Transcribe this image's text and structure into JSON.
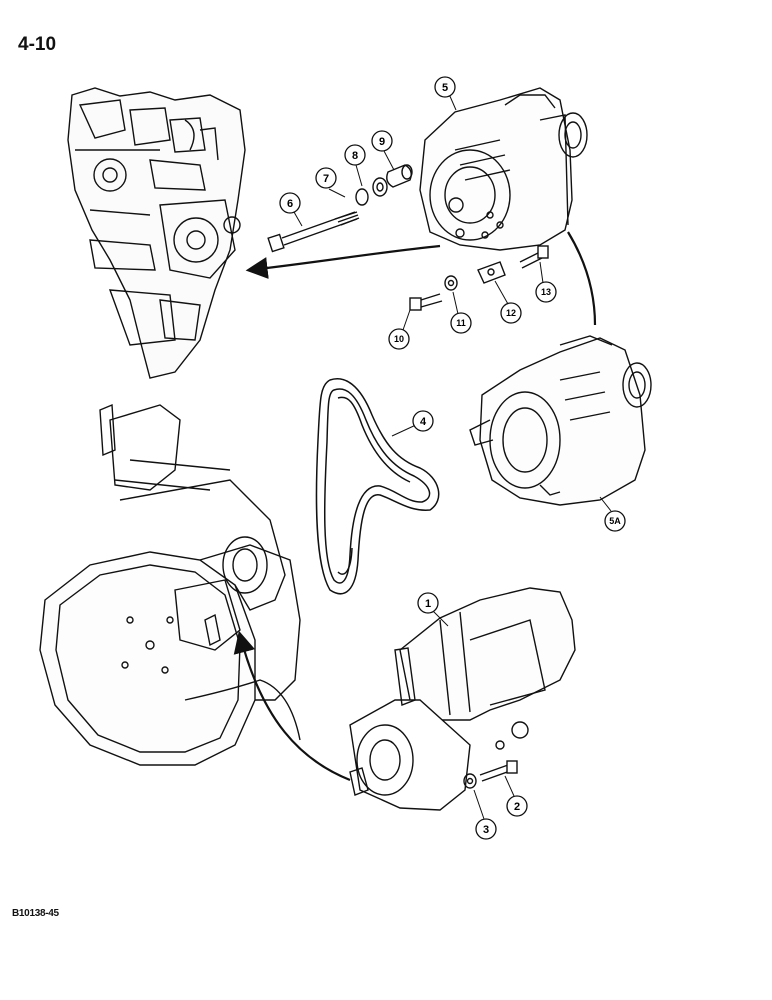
{
  "page": {
    "number": "4-10",
    "figure_code": "B10138-45"
  },
  "callouts": [
    {
      "label": "1"
    },
    {
      "label": "2"
    },
    {
      "label": "3"
    },
    {
      "label": "4"
    },
    {
      "label": "5"
    },
    {
      "label": "5A"
    },
    {
      "label": "6"
    },
    {
      "label": "7"
    },
    {
      "label": "8"
    },
    {
      "label": "9"
    },
    {
      "label": "10"
    },
    {
      "label": "11"
    },
    {
      "label": "12"
    },
    {
      "label": "13"
    }
  ]
}
